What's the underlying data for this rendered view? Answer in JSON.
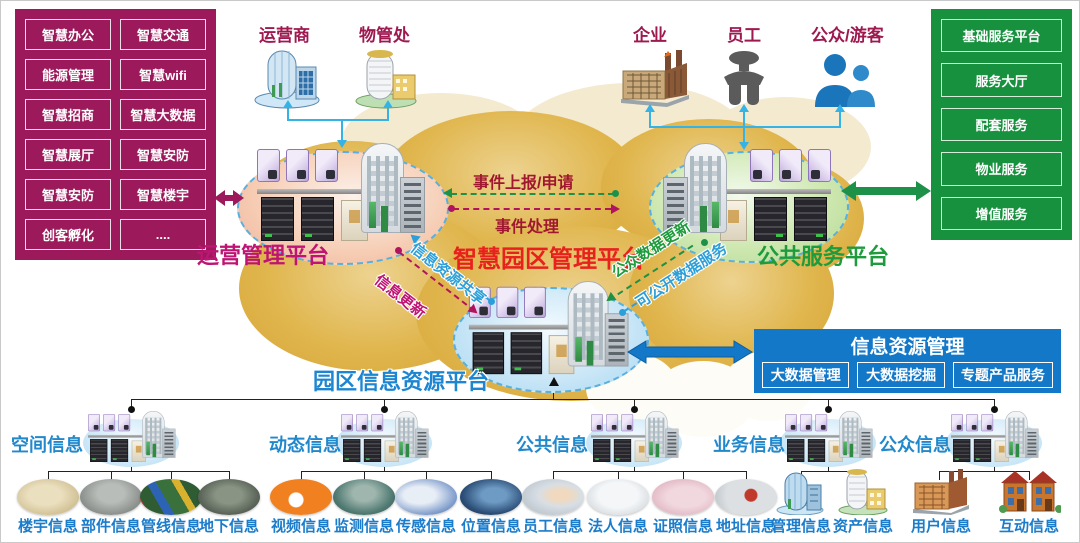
{
  "left_panel": {
    "items": [
      "智慧办公",
      "智慧交通",
      "能源管理",
      "智慧wifi",
      "智慧招商",
      "智慧大数据",
      "智慧展厅",
      "智慧安防",
      "智慧安防",
      "智慧楼宇",
      "创客孵化",
      "...."
    ]
  },
  "right_panel": {
    "items": [
      "基础服务平台",
      "服务大厅",
      "配套服务",
      "物业服务",
      "增值服务"
    ]
  },
  "actors": {
    "operator": "运营商",
    "property_office": "物管处",
    "enterprise": "企业",
    "employee": "员工",
    "public_visitor": "公众/游客"
  },
  "platforms": {
    "operations": "运营管理平台",
    "smart_park": "智慧园区管理平台",
    "public_service": "公共服务平台",
    "park_resource": "园区信息资源平台"
  },
  "flows": {
    "event_report": "事件上报/申请",
    "event_process": "事件处理",
    "info_resource_share": "信息资源共享",
    "info_update": "信息更新",
    "public_data_update": "公众数据更新",
    "open_data_service": "可公开数据服务"
  },
  "info_resource_mgmt": {
    "title": "信息资源管理",
    "items": [
      "大数据管理",
      "大数据挖掘",
      "专题产品服务"
    ]
  },
  "bottom_sections": [
    {
      "label": "空间信息",
      "children": [
        "楼宇信息",
        "部件信息",
        "管线信息",
        "地下信息"
      ]
    },
    {
      "label": "动态信息",
      "children": [
        "视频信息",
        "监测信息",
        "传感信息",
        "位置信息"
      ]
    },
    {
      "label": "公共信息",
      "children": [
        "员工信息",
        "法人信息",
        "证照信息",
        "地址信息"
      ]
    },
    {
      "label": "业务信息",
      "children": [
        "管理信息",
        "资产信息"
      ]
    },
    {
      "label": "公众信息",
      "children": [
        "用户信息",
        "互动信息"
      ]
    }
  ],
  "icons": {
    "operator": "office-building-icon",
    "property_office": "tower-building-icon",
    "enterprise": "factory-icon",
    "employee": "person-icon",
    "public_visitor": "people-icon",
    "platform": "server-cluster-icon"
  },
  "colors": {
    "magenta_panel": "#9C1A5B",
    "green_panel": "#18913F",
    "blue_box": "#1478C8",
    "cloud_gold": "#DCAF42",
    "red_title": "#E8211C",
    "magenta_title": "#BE1473",
    "green_title": "#1E9B3C",
    "blue_title": "#1C86D2",
    "cyan_line": "#35B3E6"
  }
}
